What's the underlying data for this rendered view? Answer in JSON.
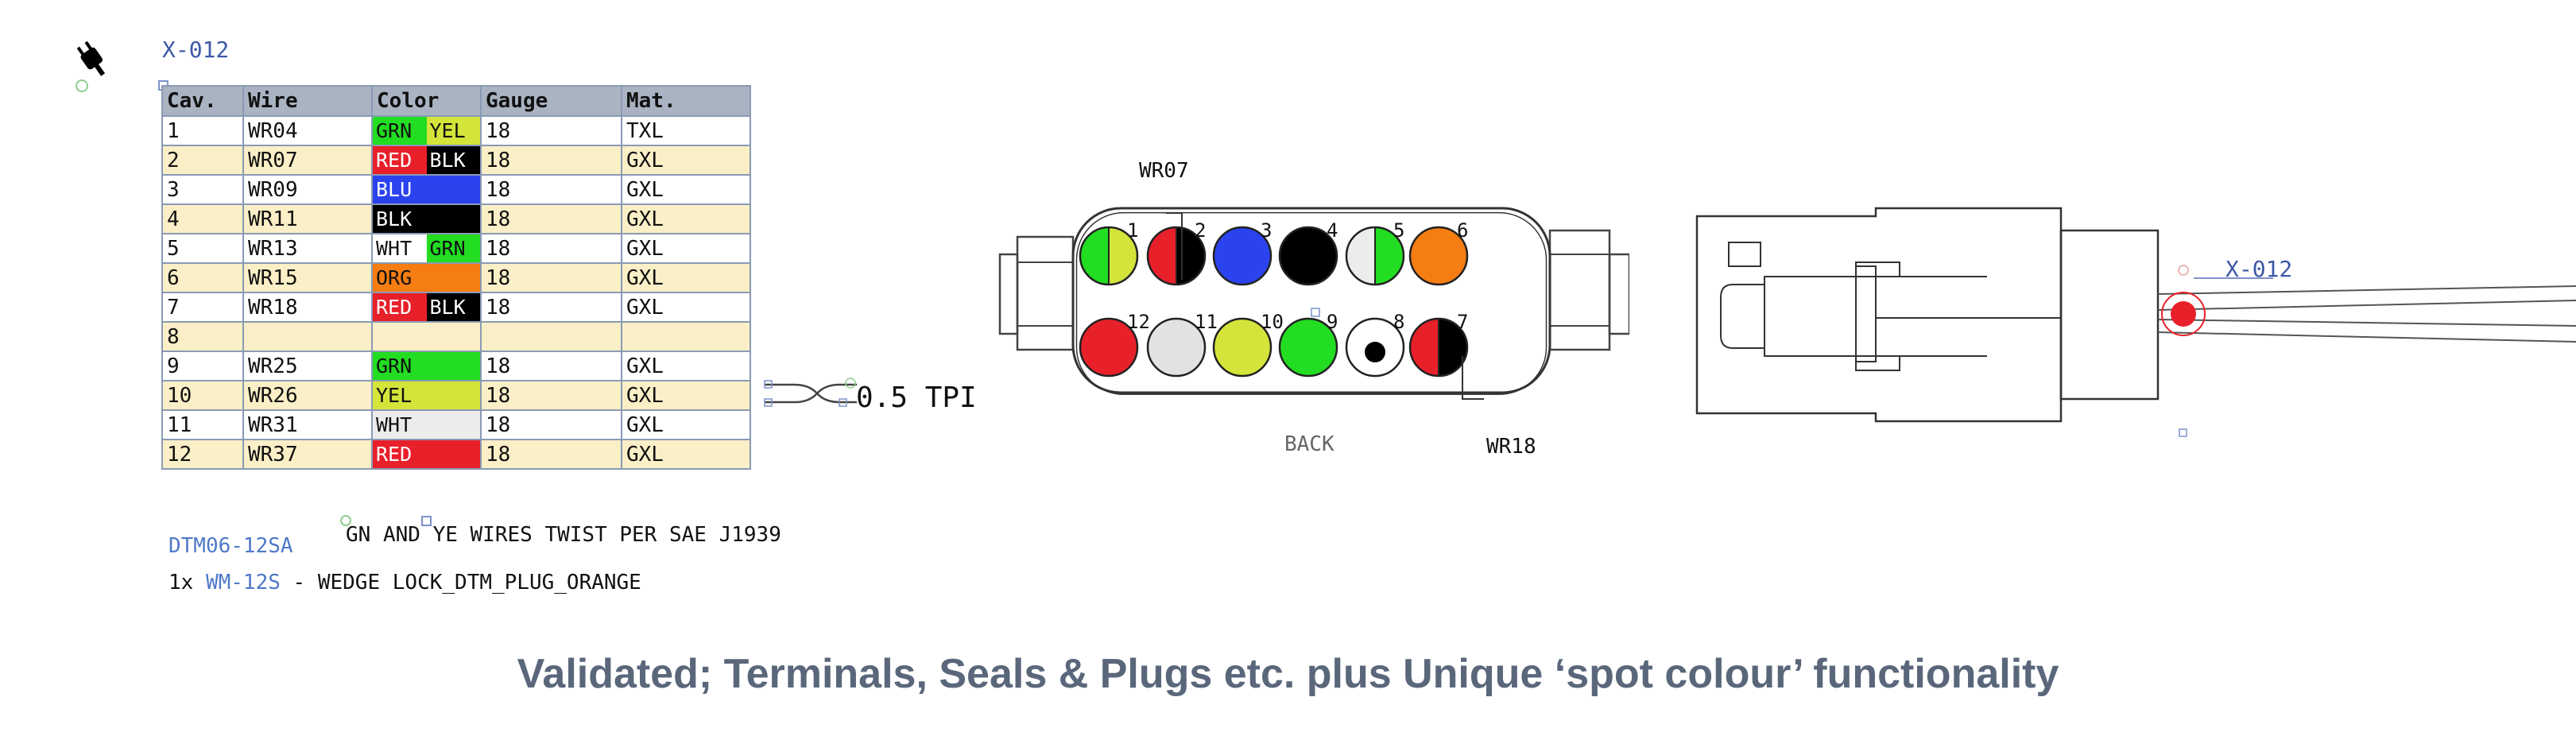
{
  "connector": {
    "id": "X-012",
    "part_number": "DTM06-12SA",
    "accessory_qty": "1x",
    "accessory_part": "WM-12S",
    "accessory_desc": " - WEDGE LOCK_DTM_PLUG_ORANGE",
    "twist_note": "GN AND YE WIRES TWIST PER SAE J1939",
    "twist_rate": "0.5 TPI",
    "icon": "plug-icon"
  },
  "table": {
    "headers": [
      "Cav.",
      "Wire",
      "Color",
      "Gauge",
      "Mat."
    ],
    "rows": [
      {
        "cav": "1",
        "wire": "WR04",
        "colors": [
          {
            "label": "GRN",
            "bg": "#22dd22",
            "fg": "#111111"
          },
          {
            "label": "YEL",
            "bg": "#d4e43a",
            "fg": "#111111"
          }
        ],
        "gauge": "18",
        "mat": "TXL"
      },
      {
        "cav": "2",
        "wire": "WR07",
        "colors": [
          {
            "label": "RED",
            "bg": "#e8202a",
            "fg": "#ffffff"
          },
          {
            "label": "BLK",
            "bg": "#000000",
            "fg": "#ffffff"
          }
        ],
        "gauge": "18",
        "mat": "GXL"
      },
      {
        "cav": "3",
        "wire": "WR09",
        "colors": [
          {
            "label": "BLU",
            "bg": "#2a43ee",
            "fg": "#ffffff"
          }
        ],
        "gauge": "18",
        "mat": "GXL"
      },
      {
        "cav": "4",
        "wire": "WR11",
        "colors": [
          {
            "label": "BLK",
            "bg": "#000000",
            "fg": "#ffffff"
          }
        ],
        "gauge": "18",
        "mat": "GXL"
      },
      {
        "cav": "5",
        "wire": "WR13",
        "colors": [
          {
            "label": "WHT",
            "bg": "#ffffff",
            "fg": "#111111"
          },
          {
            "label": "GRN",
            "bg": "#22dd22",
            "fg": "#111111"
          }
        ],
        "gauge": "18",
        "mat": "GXL"
      },
      {
        "cav": "6",
        "wire": "WR15",
        "colors": [
          {
            "label": "ORG",
            "bg": "#f57d12",
            "fg": "#111111"
          }
        ],
        "gauge": "18",
        "mat": "GXL"
      },
      {
        "cav": "7",
        "wire": "WR18",
        "colors": [
          {
            "label": "RED",
            "bg": "#e8202a",
            "fg": "#ffffff"
          },
          {
            "label": "BLK",
            "bg": "#000000",
            "fg": "#ffffff"
          }
        ],
        "gauge": "18",
        "mat": "GXL"
      },
      {
        "cav": "8",
        "wire": "",
        "colors": [],
        "gauge": "",
        "mat": ""
      },
      {
        "cav": "9",
        "wire": "WR25",
        "colors": [
          {
            "label": "GRN",
            "bg": "#22dd22",
            "fg": "#111111"
          }
        ],
        "gauge": "18",
        "mat": "GXL"
      },
      {
        "cav": "10",
        "wire": "WR26",
        "colors": [
          {
            "label": "YEL",
            "bg": "#d4e43a",
            "fg": "#111111"
          }
        ],
        "gauge": "18",
        "mat": "GXL"
      },
      {
        "cav": "11",
        "wire": "WR31",
        "colors": [
          {
            "label": "WHT",
            "bg": "#ececec",
            "fg": "#111111"
          }
        ],
        "gauge": "18",
        "mat": "GXL"
      },
      {
        "cav": "12",
        "wire": "WR37",
        "colors": [
          {
            "label": "RED",
            "bg": "#e8202a",
            "fg": "#ffffff"
          }
        ],
        "gauge": "18",
        "mat": "GXL"
      }
    ]
  },
  "face_view": {
    "label": "BACK",
    "callout_top": "WR07",
    "callout_bottom": "WR18",
    "pins": [
      {
        "num": "1",
        "colors": [
          "#22dd22",
          "#d4e43a"
        ]
      },
      {
        "num": "2",
        "colors": [
          "#e8202a",
          "#000000"
        ]
      },
      {
        "num": "3",
        "colors": [
          "#2a43ee"
        ]
      },
      {
        "num": "4",
        "colors": [
          "#000000"
        ]
      },
      {
        "num": "5",
        "colors": [
          "#ececec",
          "#22dd22"
        ]
      },
      {
        "num": "6",
        "colors": [
          "#f57d12"
        ]
      },
      {
        "num": "12",
        "colors": [
          "#e8202a"
        ]
      },
      {
        "num": "11",
        "colors": [
          "#e2e2e2"
        ]
      },
      {
        "num": "10",
        "colors": [
          "#d4e43a"
        ]
      },
      {
        "num": "9",
        "colors": [
          "#22dd22"
        ]
      },
      {
        "num": "8",
        "colors": [
          "plug"
        ]
      },
      {
        "num": "7",
        "colors": [
          "#e8202a",
          "#000000"
        ]
      }
    ]
  },
  "side_view": {
    "label": "X-012"
  },
  "caption": "Validated; Terminals, Seals & Plugs etc. plus Unique ‘spot colour’ functionality"
}
